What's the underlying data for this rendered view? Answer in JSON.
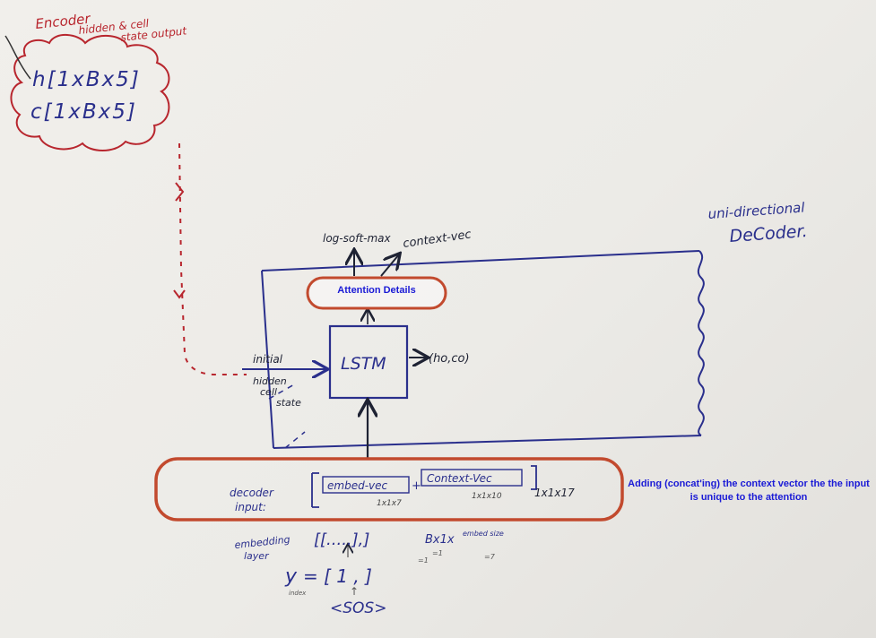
{
  "encoder": {
    "title_line1": "Encoder",
    "title_line2": "hidden & cell",
    "title_line3": "state output",
    "h_label": "h[1xBx5]",
    "c_label": "c[1xBx5]"
  },
  "decoder": {
    "title_line1": "uni-directional",
    "title_line2": "DeCoder."
  },
  "outputs": {
    "log_softmax": "log-soft-max",
    "context_vec": "context-vec"
  },
  "attention_callout": "Attention Details",
  "lstm": {
    "label": "LSTM",
    "output": "(ho,co)"
  },
  "initial_state": {
    "line1": "initial",
    "line2": "hidden",
    "line3": "cell",
    "line4": "state"
  },
  "decoder_input": {
    "label_line1": "decoder",
    "label_line2": "input:",
    "embed_vec": "embed-vec",
    "plus": "+",
    "context_vec": "Context-Vec",
    "embed_dim": "1x1x7",
    "context_dim": "1x1x10",
    "total_dim": "1x1x17"
  },
  "adding_note": "Adding (concat'ing) the context vector the the input is unique to the attention",
  "embedding": {
    "label_line1": "embedding",
    "label_line2": "layer",
    "vector": "[[.....],]",
    "shape": "Bx1x",
    "shape_sup": "embed size",
    "sub_b": "=1",
    "sub_size": "=7"
  },
  "y_input": {
    "y": "y",
    "y_sub": "index",
    "vector": "= [ 1 , ]",
    "sub": "=1",
    "up_arrow": "↑",
    "sos": "<SOS>"
  },
  "colors": {
    "ink_red": "#b8262e",
    "ink_blue": "#2a2f8c",
    "ink_dark": "#1e2233",
    "callout_border": "#c24a2e",
    "callout_text": "#1a1ad6"
  }
}
